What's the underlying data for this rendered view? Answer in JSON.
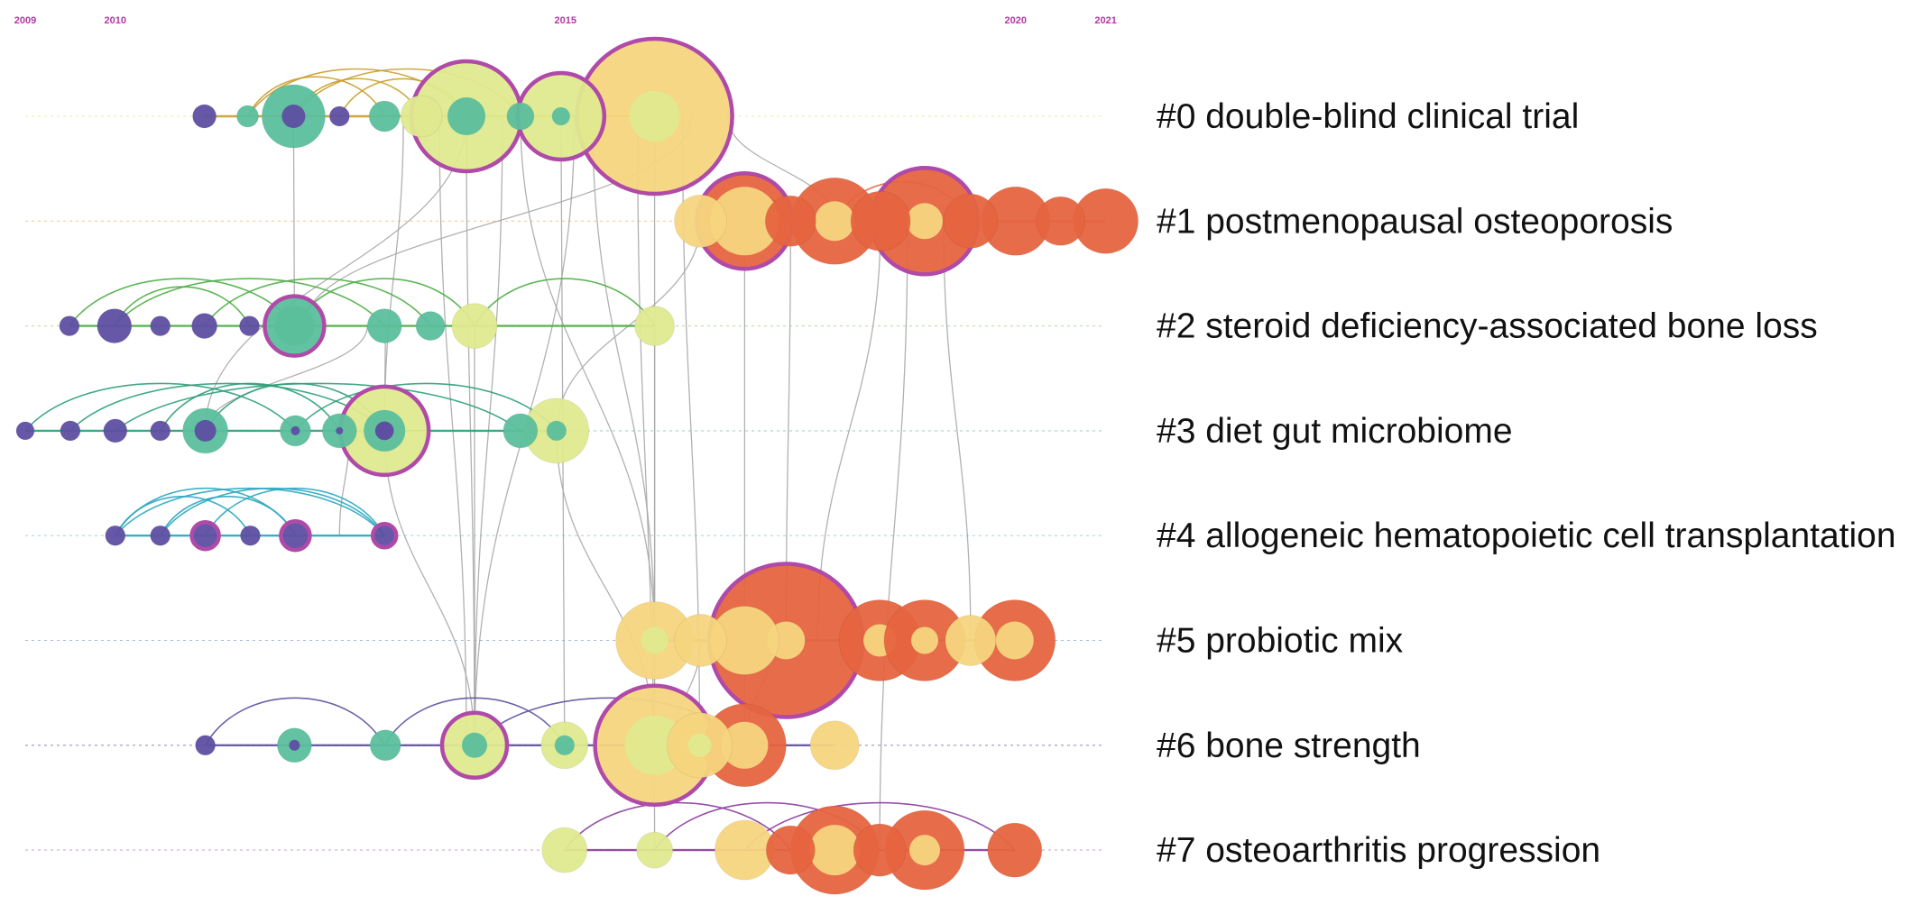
{
  "colors": {
    "year_label": "#b03aa0",
    "burst_ring": "#b04aa8",
    "grey_link": "#a8a8a8",
    "palette": {
      "purple": "#5e4fa2",
      "teal": "#5bbf9c",
      "light_green": "#dfe98e",
      "yellow": "#f5d57e",
      "orange": "#e6643f"
    }
  },
  "year_axis": {
    "min_year": 2009,
    "max_year": 2021,
    "labeled_years": [
      "2009",
      "2010",
      "2015",
      "2020",
      "2021"
    ]
  },
  "clusters": [
    {
      "id": 0,
      "label": "#0 double-blind clinical trial",
      "lane_color": "#e7e88a",
      "arc_color": "#c99e2f"
    },
    {
      "id": 1,
      "label": "#1 postmenopausal osteoporosis",
      "lane_color": "#f0c28a",
      "arc_color": "#e6643f"
    },
    {
      "id": 2,
      "label": "#2 steroid deficiency-associated bone loss",
      "lane_color": "#a9d995",
      "arc_color": "#4fae47"
    },
    {
      "id": 3,
      "label": "#3 diet gut microbiome",
      "lane_color": "#8fd0bf",
      "arc_color": "#2f9e7a"
    },
    {
      "id": 4,
      "label": "#4 allogeneic hematopoietic cell transplantation",
      "lane_color": "#97d2dd",
      "arc_color": "#2aa7bf"
    },
    {
      "id": 5,
      "label": "#5 probiotic mix",
      "lane_color": "#9fb3cf",
      "arc_color": "#6d7fa8"
    },
    {
      "id": 6,
      "label": "#6 bone strength",
      "lane_color": "#8a86b8",
      "arc_color": "#5e4fa2"
    },
    {
      "id": 7,
      "label": "#7 osteoarthritis progression",
      "lane_color": "#b9a0cf",
      "arc_color": "#8b3d9c"
    }
  ],
  "nodes": [
    {
      "c": 0,
      "x": 2010.99,
      "r": 13,
      "ring": "purple"
    },
    {
      "c": 0,
      "x": 2011.47,
      "r": 12,
      "ring": "teal",
      "core": "purple"
    },
    {
      "c": 0,
      "x": 2011.98,
      "r": 35,
      "ring": "teal",
      "core": "purple",
      "core_r": 13
    },
    {
      "c": 0,
      "x": 2012.49,
      "r": 11,
      "ring": "purple"
    },
    {
      "c": 0,
      "x": 2012.99,
      "r": 17,
      "ring": "teal"
    },
    {
      "c": 0,
      "x": 2013.4,
      "r": 23,
      "ring": "light_green"
    },
    {
      "c": 0,
      "x": 2013.9,
      "r": 61,
      "ring": "light_green",
      "core": "teal",
      "core_r": 21,
      "burst": true
    },
    {
      "c": 0,
      "x": 2014.5,
      "r": 15,
      "ring": "teal"
    },
    {
      "c": 0,
      "x": 2014.95,
      "r": 48,
      "ring": "light_green",
      "core": "teal",
      "core_r": 10,
      "burst": true
    },
    {
      "c": 0,
      "x": 2015.99,
      "r": 86,
      "ring": "yellow",
      "core": "light_green",
      "core_r": 28,
      "burst": true
    },
    {
      "c": 1,
      "x": 2016.5,
      "r": 29,
      "ring": "yellow"
    },
    {
      "c": 1,
      "x": 2016.99,
      "r": 53,
      "ring": "orange",
      "core": "yellow",
      "core_r": 38,
      "burst": true
    },
    {
      "c": 1,
      "x": 2017.5,
      "r": 28,
      "ring": "orange"
    },
    {
      "c": 1,
      "x": 2017.99,
      "r": 48,
      "ring": "orange",
      "core": "yellow",
      "core_r": 22
    },
    {
      "c": 1,
      "x": 2018.5,
      "r": 33,
      "ring": "orange"
    },
    {
      "c": 1,
      "x": 2018.99,
      "r": 59,
      "ring": "orange",
      "core": "yellow",
      "core_r": 20,
      "burst": true
    },
    {
      "c": 1,
      "x": 2019.5,
      "r": 30,
      "ring": "orange"
    },
    {
      "c": 1,
      "x": 2020.0,
      "r": 38,
      "ring": "orange"
    },
    {
      "c": 1,
      "x": 2020.5,
      "r": 27,
      "ring": "orange"
    },
    {
      "c": 1,
      "x": 2021.0,
      "r": 36,
      "ring": "orange"
    },
    {
      "c": 2,
      "x": 2009.49,
      "r": 11,
      "ring": "purple"
    },
    {
      "c": 2,
      "x": 2009.99,
      "r": 19,
      "ring": "purple"
    },
    {
      "c": 2,
      "x": 2010.5,
      "r": 11,
      "ring": "purple"
    },
    {
      "c": 2,
      "x": 2010.99,
      "r": 14,
      "ring": "purple"
    },
    {
      "c": 2,
      "x": 2011.49,
      "r": 11,
      "ring": "purple"
    },
    {
      "c": 2,
      "x": 2011.99,
      "r": 33,
      "ring": "teal",
      "core": "teal",
      "core_r": 22,
      "burst": true
    },
    {
      "c": 2,
      "x": 2012.99,
      "r": 19,
      "ring": "teal"
    },
    {
      "c": 2,
      "x": 2013.5,
      "r": 16,
      "ring": "teal"
    },
    {
      "c": 2,
      "x": 2013.99,
      "r": 25,
      "ring": "light_green"
    },
    {
      "c": 2,
      "x": 2015.99,
      "r": 22,
      "ring": "light_green"
    },
    {
      "c": 3,
      "x": 2009.0,
      "r": 10,
      "ring": "purple"
    },
    {
      "c": 3,
      "x": 2009.5,
      "r": 11,
      "ring": "purple"
    },
    {
      "c": 3,
      "x": 2010.0,
      "r": 13,
      "ring": "purple"
    },
    {
      "c": 3,
      "x": 2010.5,
      "r": 11,
      "ring": "purple"
    },
    {
      "c": 3,
      "x": 2011.0,
      "r": 25,
      "ring": "teal",
      "core": "purple",
      "core_r": 12
    },
    {
      "c": 3,
      "x": 2012.0,
      "r": 17,
      "ring": "teal",
      "core": "purple",
      "core_r": 5
    },
    {
      "c": 3,
      "x": 2012.49,
      "r": 19,
      "ring": "teal",
      "core": "purple",
      "core_r": 4
    },
    {
      "c": 3,
      "x": 2012.99,
      "r": 49,
      "ring": "light_green",
      "core": "teal",
      "core_r": 23,
      "core2": "purple",
      "burst": true
    },
    {
      "c": 3,
      "x": 2014.5,
      "r": 19,
      "ring": "teal"
    },
    {
      "c": 3,
      "x": 2014.9,
      "r": 36,
      "ring": "light_green",
      "core": "teal",
      "core_r": 11
    },
    {
      "c": 4,
      "x": 2010.0,
      "r": 11,
      "ring": "purple"
    },
    {
      "c": 4,
      "x": 2010.5,
      "r": 11,
      "ring": "purple"
    },
    {
      "c": 4,
      "x": 2011.0,
      "r": 15,
      "ring": "purple",
      "burst": true
    },
    {
      "c": 4,
      "x": 2011.5,
      "r": 11,
      "ring": "purple"
    },
    {
      "c": 4,
      "x": 2012.0,
      "r": 16,
      "ring": "purple",
      "burst": true
    },
    {
      "c": 4,
      "x": 2012.99,
      "r": 13,
      "ring": "purple",
      "burst": true
    },
    {
      "c": 5,
      "x": 2015.99,
      "r": 43,
      "ring": "yellow",
      "core": "light_green",
      "core_r": 15
    },
    {
      "c": 5,
      "x": 2016.5,
      "r": 29,
      "ring": "yellow"
    },
    {
      "c": 5,
      "x": 2016.99,
      "r": 38,
      "ring": "yellow"
    },
    {
      "c": 5,
      "x": 2017.45,
      "r": 85,
      "ring": "orange",
      "core": "yellow",
      "core_r": 21,
      "burst": true
    },
    {
      "c": 5,
      "x": 2018.49,
      "r": 45,
      "ring": "orange",
      "core": "yellow",
      "core_r": 18
    },
    {
      "c": 5,
      "x": 2018.99,
      "r": 45,
      "ring": "orange",
      "core": "yellow",
      "core_r": 15
    },
    {
      "c": 5,
      "x": 2019.5,
      "r": 28,
      "ring": "yellow"
    },
    {
      "c": 5,
      "x": 2019.99,
      "r": 45,
      "ring": "orange",
      "core": "yellow",
      "core_r": 21
    },
    {
      "c": 6,
      "x": 2011.0,
      "r": 11,
      "ring": "purple"
    },
    {
      "c": 6,
      "x": 2011.99,
      "r": 19,
      "ring": "teal",
      "core": "purple",
      "core_r": 6
    },
    {
      "c": 6,
      "x": 2013.0,
      "r": 17,
      "ring": "teal"
    },
    {
      "c": 6,
      "x": 2013.99,
      "r": 36,
      "ring": "light_green",
      "core": "teal",
      "core_r": 14,
      "burst": true
    },
    {
      "c": 6,
      "x": 2014.99,
      "r": 26,
      "ring": "light_green",
      "core": "teal",
      "core_r": 11
    },
    {
      "c": 6,
      "x": 2015.99,
      "r": 66,
      "ring": "yellow",
      "core": "light_green",
      "core_r": 33,
      "burst": true
    },
    {
      "c": 6,
      "x": 2016.49,
      "r": 36,
      "ring": "yellow",
      "core": "light_green",
      "core_r": 13
    },
    {
      "c": 6,
      "x": 2016.99,
      "r": 46,
      "ring": "orange",
      "core": "yellow",
      "core_r": 26
    },
    {
      "c": 6,
      "x": 2017.99,
      "r": 27,
      "ring": "yellow"
    },
    {
      "c": 7,
      "x": 2014.99,
      "r": 25,
      "ring": "light_green"
    },
    {
      "c": 7,
      "x": 2015.99,
      "r": 20,
      "ring": "light_green"
    },
    {
      "c": 7,
      "x": 2016.99,
      "r": 33,
      "ring": "yellow"
    },
    {
      "c": 7,
      "x": 2017.5,
      "r": 27,
      "ring": "orange"
    },
    {
      "c": 7,
      "x": 2017.99,
      "r": 49,
      "ring": "orange",
      "core": "yellow",
      "core_r": 28
    },
    {
      "c": 7,
      "x": 2018.49,
      "r": 29,
      "ring": "orange"
    },
    {
      "c": 7,
      "x": 2018.99,
      "r": 44,
      "ring": "orange",
      "core": "yellow",
      "core_r": 17
    },
    {
      "c": 7,
      "x": 2019.99,
      "r": 30,
      "ring": "orange"
    }
  ],
  "arcs": [
    {
      "c": 0,
      "from": 2011.47,
      "to": 2013.9
    },
    {
      "c": 0,
      "from": 2011.98,
      "to": 2013.4
    },
    {
      "c": 0,
      "from": 2011.98,
      "to": 2014.5
    },
    {
      "c": 0,
      "from": 2012.49,
      "to": 2013.9
    },
    {
      "c": 0,
      "from": 2011.47,
      "to": 2012.99
    },
    {
      "c": 1,
      "from": 2016.5,
      "to": 2017.5
    },
    {
      "c": 1,
      "from": 2017.99,
      "to": 2019.5
    },
    {
      "c": 2,
      "from": 2009.99,
      "to": 2012.99
    },
    {
      "c": 2,
      "from": 2009.49,
      "to": 2011.99
    },
    {
      "c": 2,
      "from": 2010.99,
      "to": 2013.5
    },
    {
      "c": 2,
      "from": 2011.99,
      "to": 2013.99
    },
    {
      "c": 2,
      "from": 2013.99,
      "to": 2015.99
    },
    {
      "c": 2,
      "from": 2009.99,
      "to": 2011.49
    },
    {
      "c": 3,
      "from": 2009.0,
      "to": 2012.0
    },
    {
      "c": 3,
      "from": 2009.5,
      "to": 2012.99
    },
    {
      "c": 3,
      "from": 2010.0,
      "to": 2014.5
    },
    {
      "c": 3,
      "from": 2011.0,
      "to": 2012.99
    },
    {
      "c": 3,
      "from": 2012.0,
      "to": 2014.9
    },
    {
      "c": 3,
      "from": 2010.5,
      "to": 2012.49
    },
    {
      "c": 4,
      "from": 2010.0,
      "to": 2012.99
    },
    {
      "c": 4,
      "from": 2010.0,
      "to": 2012.0
    },
    {
      "c": 4,
      "from": 2010.5,
      "to": 2012.99
    },
    {
      "c": 4,
      "from": 2010.5,
      "to": 2012.0
    },
    {
      "c": 4,
      "from": 2011.0,
      "to": 2012.99
    },
    {
      "c": 4,
      "from": 2010.0,
      "to": 2011.5
    },
    {
      "c": 6,
      "from": 2011.0,
      "to": 2012.99
    },
    {
      "c": 6,
      "from": 2012.99,
      "to": 2014.99
    },
    {
      "c": 6,
      "from": 2013.99,
      "to": 2016.99
    },
    {
      "c": 7,
      "from": 2014.99,
      "to": 2017.5
    },
    {
      "c": 7,
      "from": 2016.99,
      "to": 2019.99
    },
    {
      "c": 7,
      "from": 2015.99,
      "to": 2018.49
    }
  ],
  "links": [
    {
      "a": [
        0,
        2011.98
      ],
      "b": [
        2,
        2011.99
      ]
    },
    {
      "a": [
        0,
        2013.9
      ],
      "b": [
        6,
        2013.99
      ]
    },
    {
      "a": [
        0,
        2013.9
      ],
      "b": [
        3,
        2011.0
      ]
    },
    {
      "a": [
        0,
        2013.6
      ],
      "b": [
        6,
        2013.9
      ]
    },
    {
      "a": [
        0,
        2013.2
      ],
      "b": [
        3,
        2012.99
      ]
    },
    {
      "a": [
        0,
        2014.3
      ],
      "b": [
        6,
        2013.99
      ]
    },
    {
      "a": [
        0,
        2014.5
      ],
      "b": [
        5,
        2015.99
      ]
    },
    {
      "a": [
        0,
        2014.95
      ],
      "b": [
        6,
        2014.99
      ]
    },
    {
      "a": [
        0,
        2015.1
      ],
      "b": [
        6,
        2013.99
      ]
    },
    {
      "a": [
        0,
        2015.3
      ],
      "b": [
        5,
        2015.99
      ]
    },
    {
      "a": [
        0,
        2015.8
      ],
      "b": [
        7,
        2015.99
      ]
    },
    {
      "a": [
        0,
        2015.99
      ],
      "b": [
        6,
        2015.99
      ]
    },
    {
      "a": [
        0,
        2016.3
      ],
      "b": [
        6,
        2016.49
      ]
    },
    {
      "a": [
        0,
        2016.8
      ],
      "b": [
        1,
        2017.99
      ]
    },
    {
      "a": [
        0,
        2016.4
      ],
      "b": [
        2,
        2012.1
      ]
    },
    {
      "a": [
        1,
        2016.5
      ],
      "b": [
        3,
        2014.9
      ]
    },
    {
      "a": [
        1,
        2016.99
      ],
      "b": [
        6,
        2016.99
      ]
    },
    {
      "a": [
        1,
        2017.5
      ],
      "b": [
        5,
        2017.45
      ]
    },
    {
      "a": [
        1,
        2018.5
      ],
      "b": [
        5,
        2017.8
      ]
    },
    {
      "a": [
        1,
        2019.2
      ],
      "b": [
        5,
        2019.5
      ]
    },
    {
      "a": [
        1,
        2018.8
      ],
      "b": [
        7,
        2018.49
      ]
    },
    {
      "a": [
        2,
        2013.99
      ],
      "b": [
        6,
        2013.99
      ]
    },
    {
      "a": [
        2,
        2013.0
      ],
      "b": [
        3,
        2012.99
      ]
    },
    {
      "a": [
        3,
        2011.0
      ],
      "b": [
        2,
        2012.8
      ]
    },
    {
      "a": [
        3,
        2012.99
      ],
      "b": [
        6,
        2013.99
      ]
    },
    {
      "a": [
        3,
        2014.9
      ],
      "b": [
        6,
        2015.99
      ]
    },
    {
      "a": [
        4,
        2012.49
      ],
      "b": [
        3,
        2012.6
      ]
    },
    {
      "a": [
        2,
        2015.99
      ],
      "b": [
        5,
        2015.99
      ]
    },
    {
      "a": [
        5,
        2016.5
      ],
      "b": [
        6,
        2016.2
      ]
    },
    {
      "a": [
        6,
        2016.99
      ],
      "b": [
        5,
        2017.3
      ]
    }
  ]
}
